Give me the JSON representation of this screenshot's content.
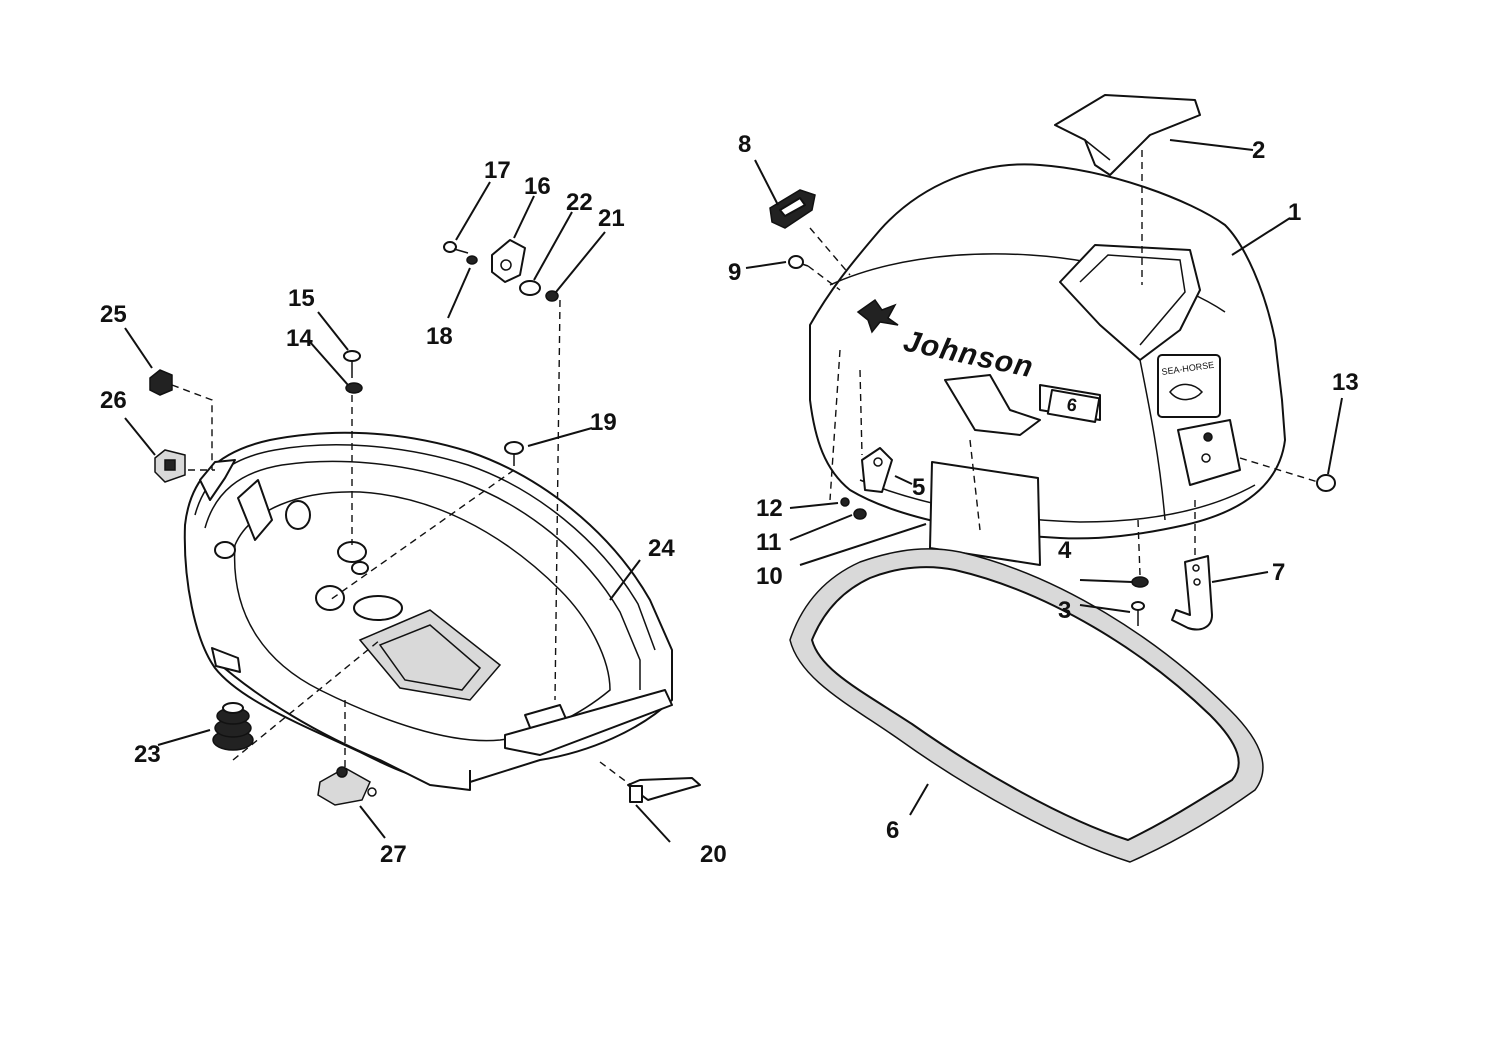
{
  "diagram": {
    "brand_text": "Johnson",
    "hp_text": "6",
    "badge_text": "SEA-HORSE",
    "callouts": [
      "1",
      "2",
      "3",
      "4",
      "5",
      "6",
      "7",
      "8",
      "9",
      "10",
      "11",
      "12",
      "13",
      "14",
      "15",
      "16",
      "17",
      "18",
      "19",
      "20",
      "21",
      "22",
      "23",
      "24",
      "25",
      "26",
      "27"
    ]
  }
}
